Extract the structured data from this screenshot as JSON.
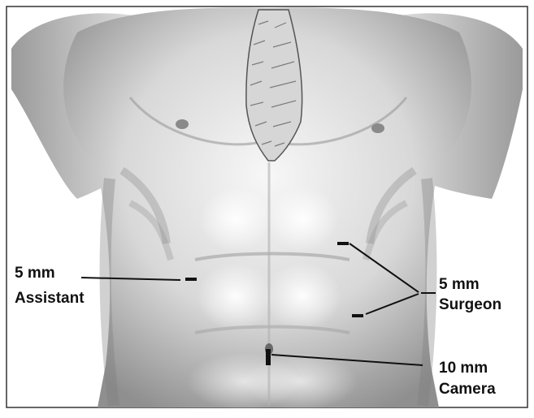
{
  "labels": {
    "assistant": {
      "size": "5 mm",
      "role": "Assistant"
    },
    "surgeon": {
      "size": "5 mm",
      "role": "Surgeon"
    },
    "camera": {
      "size": "10 mm",
      "role": "Camera"
    }
  },
  "colors": {
    "background": "#ffffff",
    "skin_light": "#f4f4f4",
    "skin_mid": "#c9c9c9",
    "skin_dark": "#8a8a8a",
    "sternum": "#d6d6d6",
    "ink": "#111111"
  }
}
